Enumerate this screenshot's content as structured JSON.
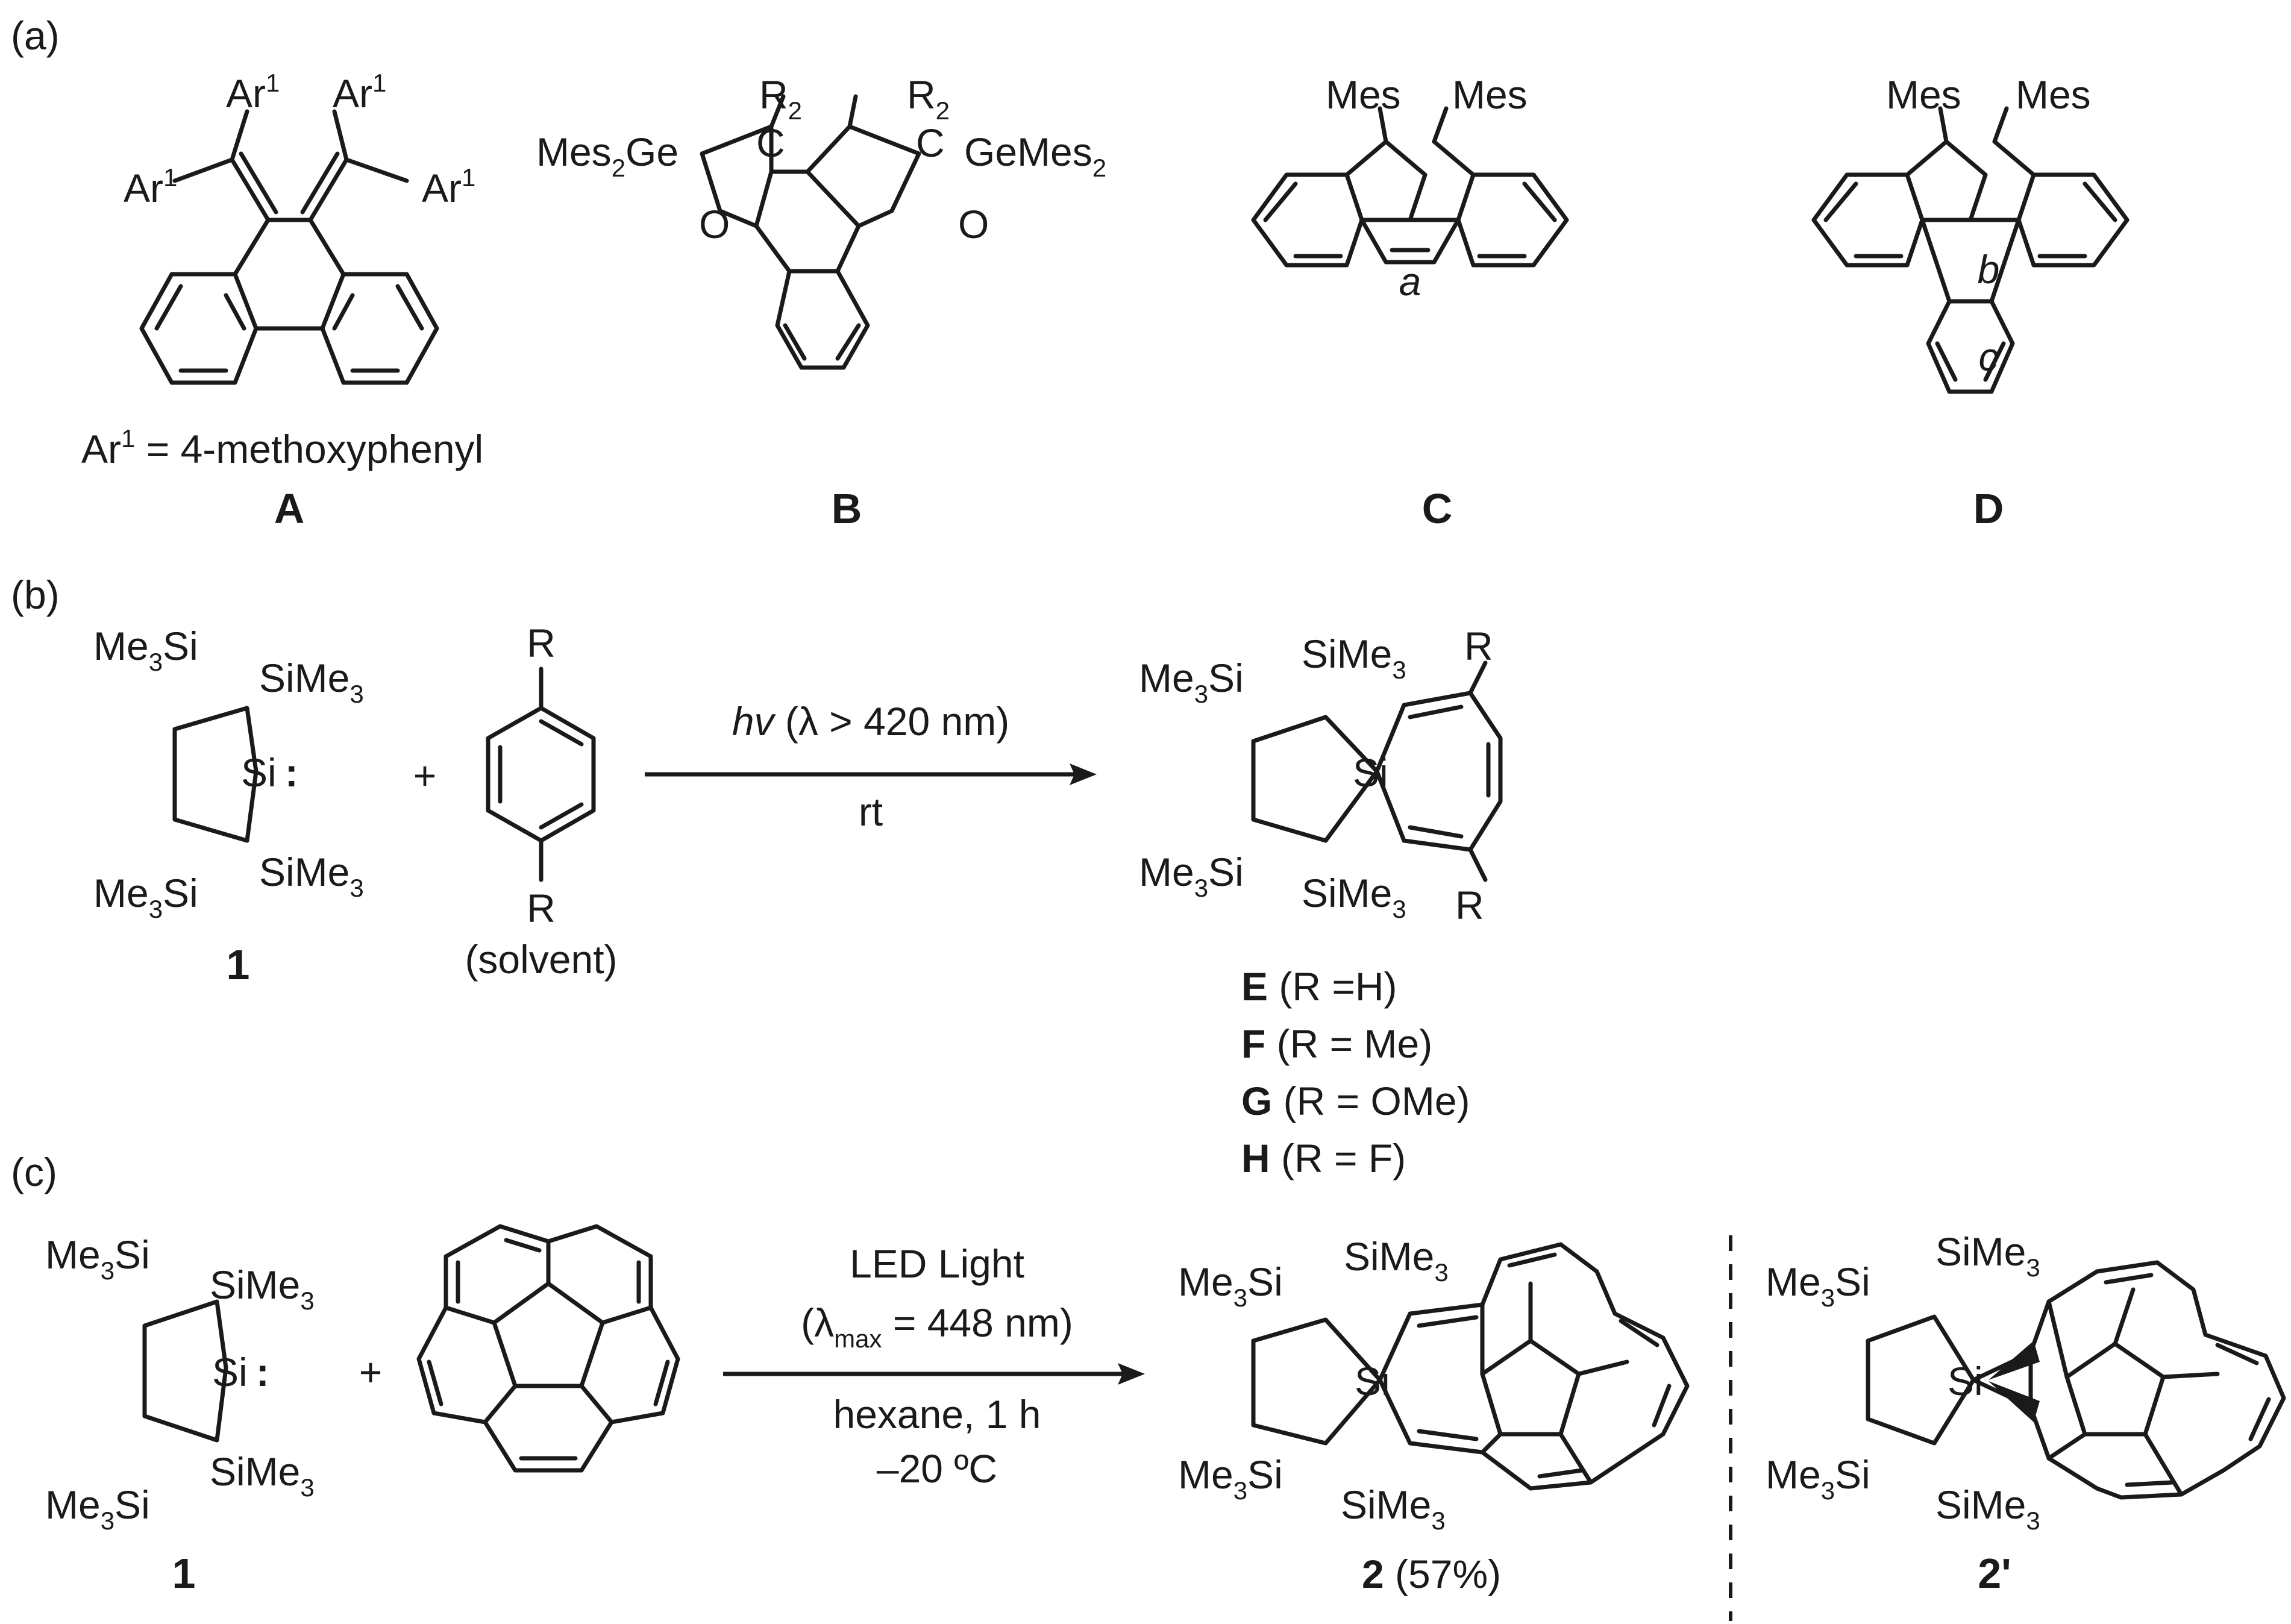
{
  "panels": {
    "a": "(a)",
    "b": "(b)",
    "c": "(c)"
  },
  "compound_A": {
    "ar1": "Ar",
    "sup1": "1",
    "definition_prefix": "Ar",
    "definition_text": " = 4-methoxyphenyl",
    "label": "A"
  },
  "compound_B": {
    "r": "R",
    "r_sub": "2",
    "c": "C",
    "mes_left": "Mes",
    "mes_sub": "2",
    "ge": "Ge",
    "ge_right": "Ge",
    "mes_right": "Mes",
    "o": "O",
    "label": "B"
  },
  "compound_C": {
    "mes": "Mes",
    "ring": "a",
    "label": "C"
  },
  "compound_D": {
    "mes": "Mes",
    "ring_b": "b",
    "ring_c": "c",
    "label": "D"
  },
  "reaction_b": {
    "me": "Me",
    "sub3": "3",
    "si": "Si",
    "simethyl": "SiMe",
    "silylene": "Si",
    "plus": "+",
    "r": "R",
    "solvent": "(solvent)",
    "reagent_label": "1",
    "cond_hv": "hv",
    "cond_rest": " (λ > 420 nm)",
    "cond_below": "rt",
    "products": [
      {
        "label": "E",
        "text": " (R =H)"
      },
      {
        "label": "F",
        "text": " (R = Me)"
      },
      {
        "label": "G",
        "text": " (R = OMe)"
      },
      {
        "label": "H",
        "text": " (R = F)"
      }
    ]
  },
  "reaction_c": {
    "reagent_label": "1",
    "plus": "+",
    "cond_line1": "LED Light",
    "cond_line2_open": "(λ",
    "cond_line2_sub": "max",
    "cond_line2_rest": " = 448 nm)",
    "cond_line3": "hexane, 1 h",
    "cond_line4": "–20 ºC",
    "product_label": "2",
    "product_yield": " (57%)",
    "alt_label": "2'"
  }
}
